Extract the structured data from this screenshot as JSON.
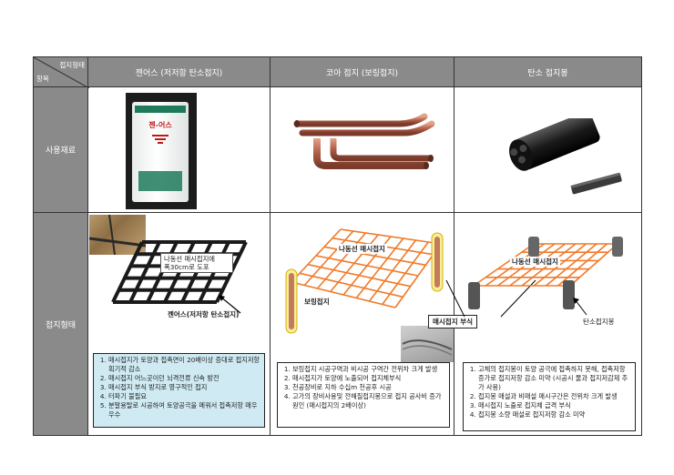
{
  "header": {
    "corner_top": "접지형태",
    "corner_bottom": "항목",
    "col1": "젠어스 (저저항 탄소접지)",
    "col2": "코아 접지 (보링접지)",
    "col3": "탄소 접지봉"
  },
  "rows": {
    "material": "사용재료",
    "type": "접지형태"
  },
  "bag": {
    "title": "젠-어스"
  },
  "col1": {
    "callout": "나동선 매시접지에\n폭30cm로 도포",
    "caption": "젠어스(저저항 탄소접지)",
    "notes": [
      "매시접지가 토양과 접촉면이 20배이상 증대로 접지저항 획기적 감소",
      "매시접지 어느곳이던 뇌격전류 신속 방전",
      "매시접지 부식 방지로 영구적인 접지",
      "터파기 불필요",
      "분말용탈로 시공하여 토양공극을 메꿔서 접촉저항 매우 우수"
    ]
  },
  "col2": {
    "mesh_label": "나동선 매시접지",
    "boring_label": "보링접지",
    "notes": [
      "보링접지 시공구역과 비시공 구역간 전위차 크게 발생",
      "매시접지가 토양에 노출되어 접지체부식",
      "천공장비로 지하 수십m 천공후 시공",
      "고가의 장비사용및 전해질접지봉으로 접지 공사비 증가 원인 (매시접지의 2배이상)"
    ]
  },
  "shared": {
    "corrosion_label": "매시접지 부식"
  },
  "col3": {
    "mesh_label": "나동선 매시접지",
    "rod_label": "탄소접지봉",
    "notes": [
      "고체의 접지봉이 토양 공극에 접촉하지 못해, 접촉저항증가로 접지저항 감소 미약 (시공시 물과 접지저감제 추가 사용)",
      "접지봉 매설과 비매설 매시구간은 전위차 크게 발생",
      "매시접지 노출로 접지체 급격 부식",
      "접지봉 소량 매설로 접지저항 감소 미약"
    ]
  },
  "colors": {
    "header_gray": "#8a8a8a",
    "mesh_orange": "#f07a2a",
    "copper": "#c47a5c",
    "note_blue": "#cfeaf3"
  }
}
